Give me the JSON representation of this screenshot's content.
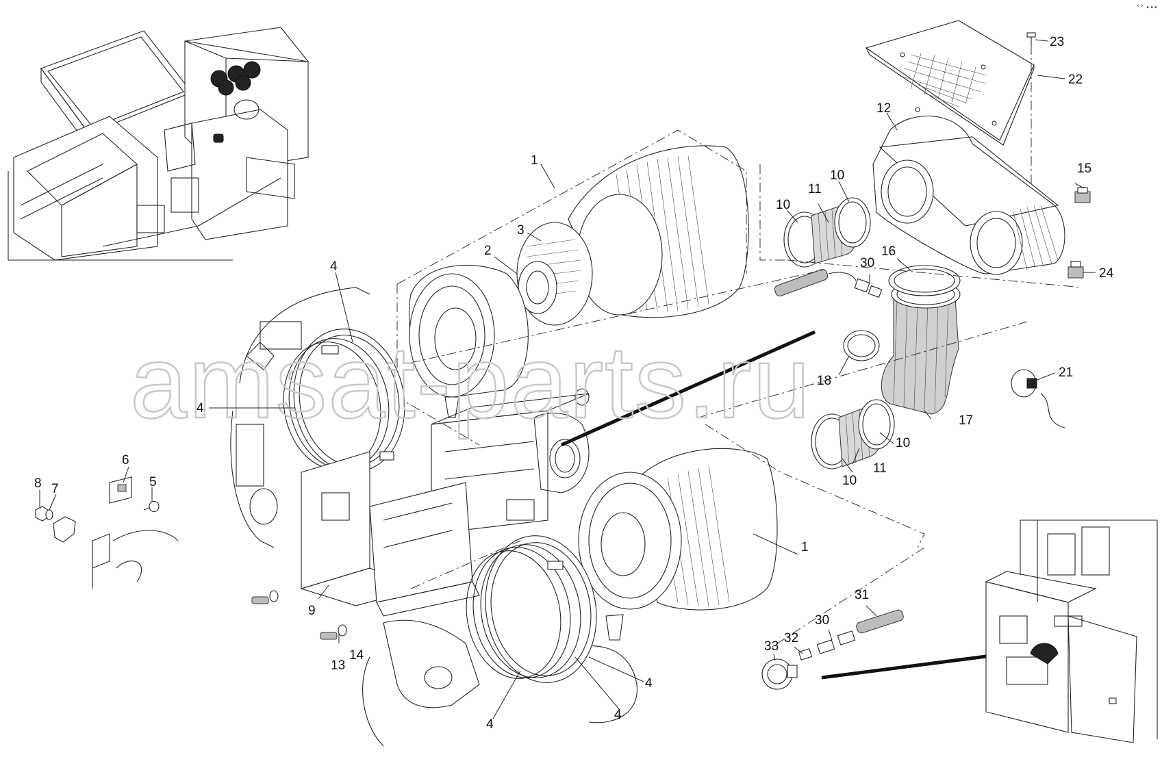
{
  "watermark": "amsat-parts.ru",
  "corner_mark": "°° •••",
  "callouts": [
    {
      "id": "c1a",
      "text": "1"
    },
    {
      "id": "c1b",
      "text": "1"
    },
    {
      "id": "c2",
      "text": "2"
    },
    {
      "id": "c3",
      "text": "3"
    },
    {
      "id": "c4a",
      "text": "4"
    },
    {
      "id": "c4b",
      "text": "4"
    },
    {
      "id": "c4c",
      "text": "4"
    },
    {
      "id": "c4d",
      "text": "4"
    },
    {
      "id": "c4e",
      "text": "4"
    },
    {
      "id": "c5",
      "text": "5"
    },
    {
      "id": "c6",
      "text": "6"
    },
    {
      "id": "c7",
      "text": "7"
    },
    {
      "id": "c8",
      "text": "8"
    },
    {
      "id": "c9",
      "text": "9"
    },
    {
      "id": "c10a",
      "text": "10"
    },
    {
      "id": "c10b",
      "text": "10"
    },
    {
      "id": "c10c",
      "text": "10"
    },
    {
      "id": "c10d",
      "text": "10"
    },
    {
      "id": "c11a",
      "text": "11"
    },
    {
      "id": "c11b",
      "text": "11"
    },
    {
      "id": "c12",
      "text": "12"
    },
    {
      "id": "c13",
      "text": "13"
    },
    {
      "id": "c14",
      "text": "14"
    },
    {
      "id": "c15",
      "text": "15"
    },
    {
      "id": "c16",
      "text": "16"
    },
    {
      "id": "c17",
      "text": "17"
    },
    {
      "id": "c18",
      "text": "18"
    },
    {
      "id": "c21",
      "text": "21"
    },
    {
      "id": "c22",
      "text": "22"
    },
    {
      "id": "c23",
      "text": "23"
    },
    {
      "id": "c24",
      "text": "24"
    },
    {
      "id": "c30a",
      "text": "30"
    },
    {
      "id": "c30b",
      "text": "30"
    },
    {
      "id": "c31",
      "text": "31"
    },
    {
      "id": "c32",
      "text": "32"
    },
    {
      "id": "c33",
      "text": "33"
    }
  ]
}
